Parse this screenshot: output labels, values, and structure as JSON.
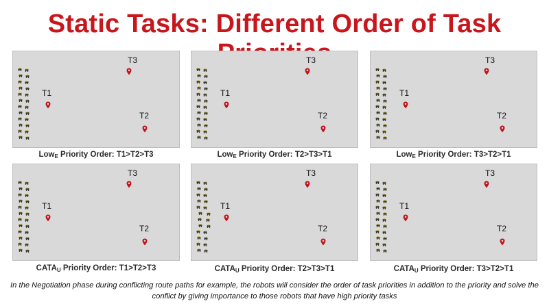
{
  "title": "Static Tasks: Different Order of Task Priorities",
  "panels": [
    {
      "method": "Low",
      "method_sub": "E",
      "order_text": " Priority Order: T1>T2>T3"
    },
    {
      "method": "Low",
      "method_sub": "E",
      "order_text": " Priority Order: T2>T3>T1"
    },
    {
      "method": "Low",
      "method_sub": "E",
      "order_text": " Priority Order: T3>T2>T1"
    },
    {
      "method": "CATA",
      "method_sub": "U",
      "order_text": " Priority Order: T1>T2>T3"
    },
    {
      "method": "CATA",
      "method_sub": "U",
      "order_text": " Priority Order: T2>T3>T1"
    },
    {
      "method": "CATA",
      "method_sub": "U",
      "order_text": " Priority Order: T3>T2>T1"
    }
  ],
  "task_labels": {
    "t1": "T1",
    "t2": "T2",
    "t3": "T3"
  },
  "footer": "In the Negotiation phase during conflicting route paths for example, the robots will consider the order of task priorities in addition to the priority and solve the conflict by giving importance to those robots that have high priority tasks",
  "colors": {
    "title": "#c8161d",
    "marker": "#c0141b",
    "panel_bg": "#d9d9d9",
    "robot_body": "#3a3a2a",
    "robot_accent": "#c9b23a"
  }
}
